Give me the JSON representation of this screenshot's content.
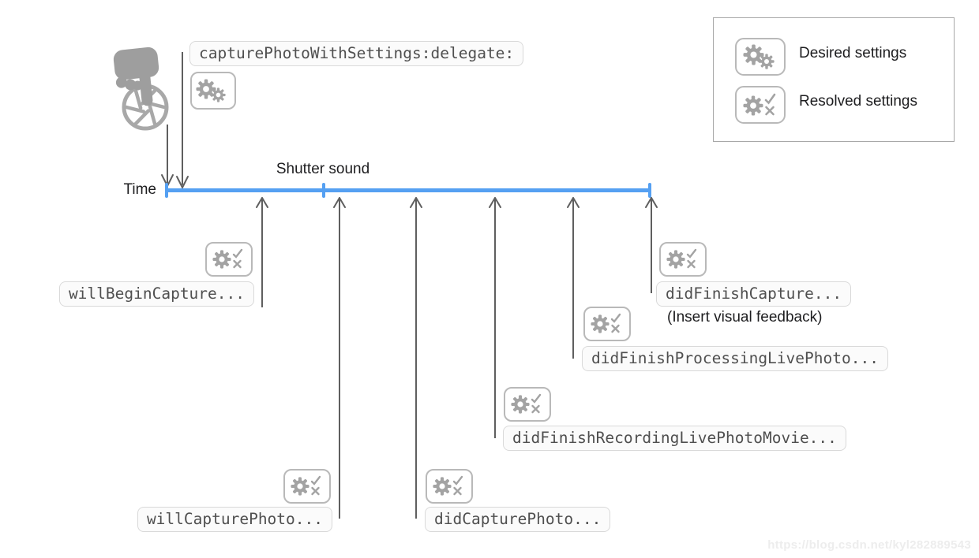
{
  "diagram": {
    "call_label": "capturePhotoWithSettings:delegate:",
    "time_label": "Time",
    "shutter_label": "Shutter sound",
    "feedback_note": "(Insert visual feedback)",
    "watermark": "https://blog.csdn.net/kyl282889543"
  },
  "legend": {
    "items": [
      {
        "icon": "desired-settings-icon",
        "label": "Desired settings"
      },
      {
        "icon": "resolved-settings-icon",
        "label": "Resolved settings"
      }
    ]
  },
  "callbacks": [
    {
      "label": "willBeginCapture..."
    },
    {
      "label": "willCapturePhoto..."
    },
    {
      "label": "didCapturePhoto..."
    },
    {
      "label": "didFinishRecordingLivePhotoMovie..."
    },
    {
      "label": "didFinishProcessingLivePhoto..."
    },
    {
      "label": "didFinishCapture..."
    }
  ],
  "colors": {
    "timeline_blue": "#55a0f2",
    "icon_gray": "#a3a3a3",
    "arrow_gray": "#5f5f5f",
    "label_border": "#d9d9d9",
    "label_text": "#4f4f4f",
    "text_dark": "#1d1d1f"
  }
}
